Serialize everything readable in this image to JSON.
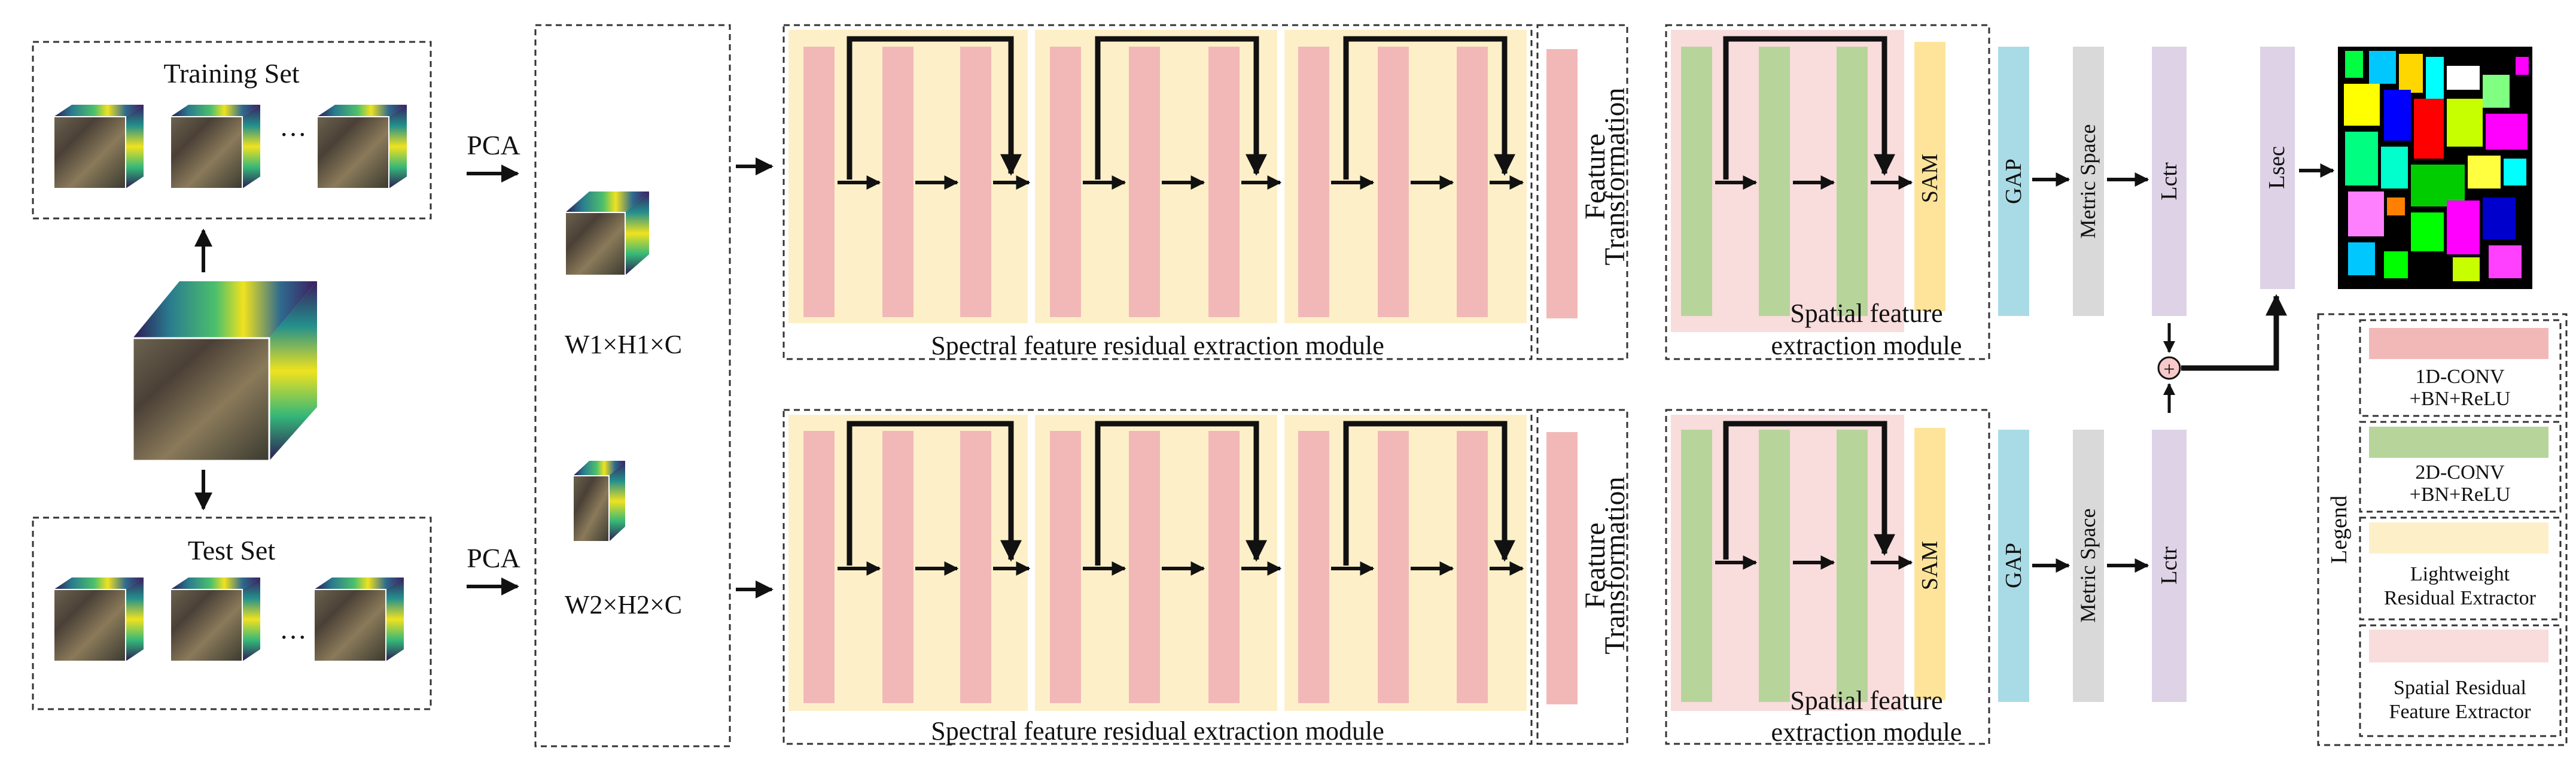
{
  "colors": {
    "conv1d": "#f2b8b8",
    "conv2d": "#b7d59a",
    "lightweight": "#fdf0c8",
    "spatial_bg": "#f9dcdc",
    "sam": "#fde49a",
    "gap": "#a9dbe6",
    "metric": "#d9d9d9",
    "lctr": "#ddd2e6",
    "lsec": "#ddd2e6",
    "dashed": "#333333",
    "arrow": "#111111"
  },
  "input": {
    "training_set": "Training Set",
    "test_set": "Test Set",
    "ellipsis": "···"
  },
  "pca": {
    "top": "PCA",
    "bottom": "PCA",
    "top_dims": "W1×H1×C",
    "bottom_dims": "W2×H2×C"
  },
  "spectral": {
    "top_label": "Spectral feature residual extraction module",
    "bottom_label": "Spectral feature residual extraction module"
  },
  "feature_transformation": {
    "line1": "Feature",
    "line2": "Transformation"
  },
  "spatial": {
    "line1": "Spatial feature",
    "line2": "extraction module"
  },
  "blocks": {
    "sam": "SAM",
    "gap": "GAP",
    "metric_space": "Metric Space",
    "lctr": "Lctr",
    "lsec": "Lsec",
    "sum_symbol": "+"
  },
  "legend": {
    "title": "Legend",
    "items": [
      {
        "line1": "1D-CONV",
        "line2": "+BN+ReLU",
        "color": "#f2b8b8"
      },
      {
        "line1": "2D-CONV",
        "line2": "+BN+ReLU",
        "color": "#b7d59a"
      },
      {
        "line1": "Lightweight",
        "line2": "Residual Extractor",
        "color": "#fdf0c8"
      },
      {
        "line1": "Spatial Residual",
        "line2": "Feature Extractor",
        "color": "#f9dcdc"
      }
    ]
  }
}
